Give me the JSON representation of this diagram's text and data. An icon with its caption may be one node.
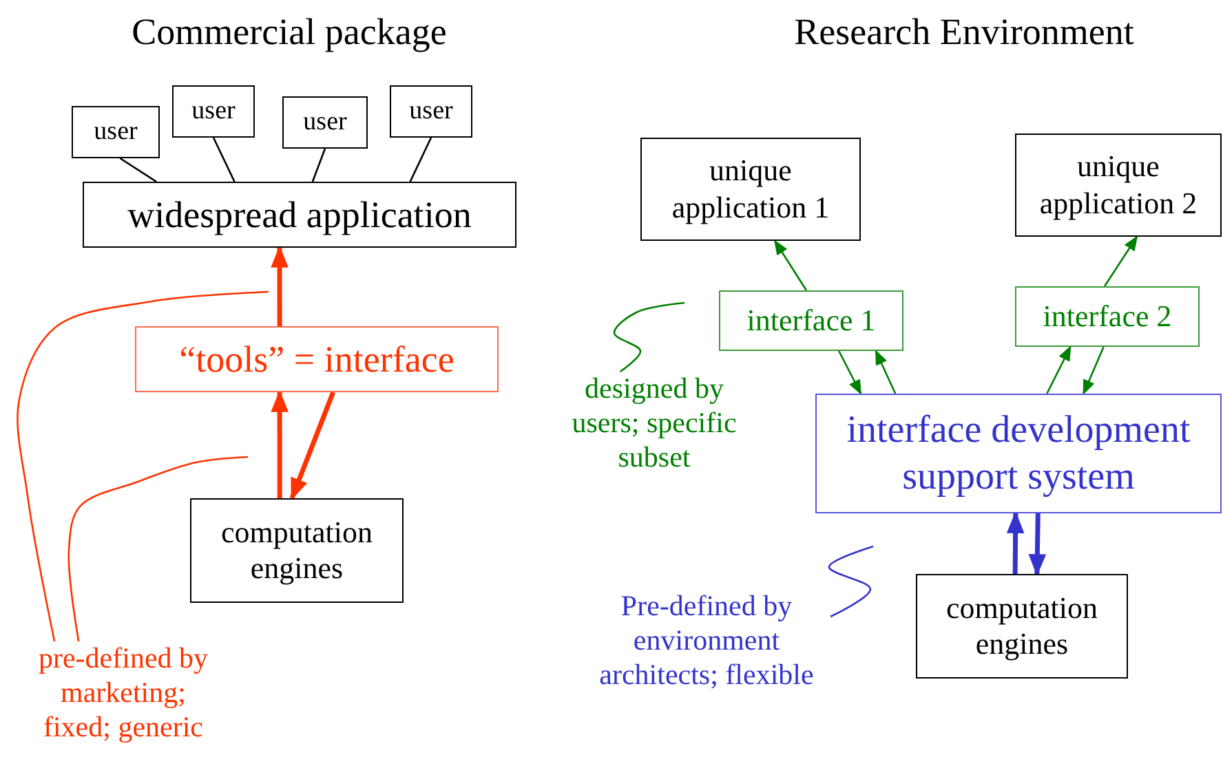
{
  "diagram": {
    "nodes": [
      {
        "text": [
          "user"
        ]
      },
      {
        "text": [
          "user"
        ]
      },
      {
        "text": [
          "user"
        ]
      },
      {
        "text": [
          "user"
        ]
      },
      {
        "text": [
          "widespread application"
        ]
      },
      {
        "text": [
          "“tools” = interface"
        ]
      },
      {
        "text": [
          "computation engines"
        ]
      },
      {
        "text": [
          "unique application 1"
        ]
      },
      {
        "text": [
          "unique application 2"
        ]
      },
      {
        "text": [
          "interface 1"
        ]
      },
      {
        "text": [
          "interface 2"
        ]
      },
      {
        "text": [
          "interface development support system"
        ]
      },
      {
        "text": [
          "computation engines"
        ]
      },
      {
        "text": [
          "pre-defined by marketing; fixed; generic"
        ]
      },
      {
        "text": [
          "designed by users; specific subset"
        ]
      },
      {
        "text": [
          "Pre-defined by environment architects; flexible"
        ]
      }
    ],
    "edges": [
      {
        "from": 0,
        "to": 4,
        "arrow": "none",
        "color": "#000000"
      },
      {
        "from": 1,
        "to": 4,
        "arrow": "none",
        "color": "#000000"
      },
      {
        "from": 2,
        "to": 4,
        "arrow": "none",
        "color": "#000000"
      },
      {
        "from": 3,
        "to": 4,
        "arrow": "none",
        "color": "#000000"
      },
      {
        "from": 5,
        "to": 4,
        "arrow": "to",
        "style": "thick",
        "color": "#ff3300"
      },
      {
        "from": 6,
        "to": 5,
        "arrow": "to",
        "style": "thick",
        "color": "#ff3300"
      },
      {
        "from": 5,
        "to": 6,
        "arrow": "to",
        "style": "thick",
        "color": "#ff3300"
      },
      {
        "from": 9,
        "to": 7,
        "arrow": "to",
        "color": "#008000"
      },
      {
        "from": 9,
        "to": 11,
        "arrow": "to",
        "color": "#008000"
      },
      {
        "from": 11,
        "to": 9,
        "arrow": "to",
        "color": "#008000"
      },
      {
        "from": 10,
        "to": 8,
        "arrow": "to",
        "color": "#008000"
      },
      {
        "from": 11,
        "to": 10,
        "arrow": "to",
        "color": "#008000"
      },
      {
        "from": 10,
        "to": 11,
        "arrow": "to",
        "color": "#008000"
      },
      {
        "from": 12,
        "to": 11,
        "arrow": "to",
        "style": "thick",
        "color": "#3333cc"
      },
      {
        "from": 11,
        "to": 12,
        "arrow": "to",
        "style": "thick",
        "color": "#3333cc"
      },
      {
        "from": 13,
        "to": null,
        "arrow": "none",
        "color": "#ff3300"
      },
      {
        "from": 13,
        "to": null,
        "arrow": "none",
        "color": "#ff3300"
      },
      {
        "from": 14,
        "to": null,
        "arrow": "none",
        "color": "#008000"
      },
      {
        "from": 15,
        "to": null,
        "arrow": "none",
        "color": "#3333cc"
      }
    ],
    "labels": [
      "Commercial package",
      "Research Environment"
    ]
  }
}
